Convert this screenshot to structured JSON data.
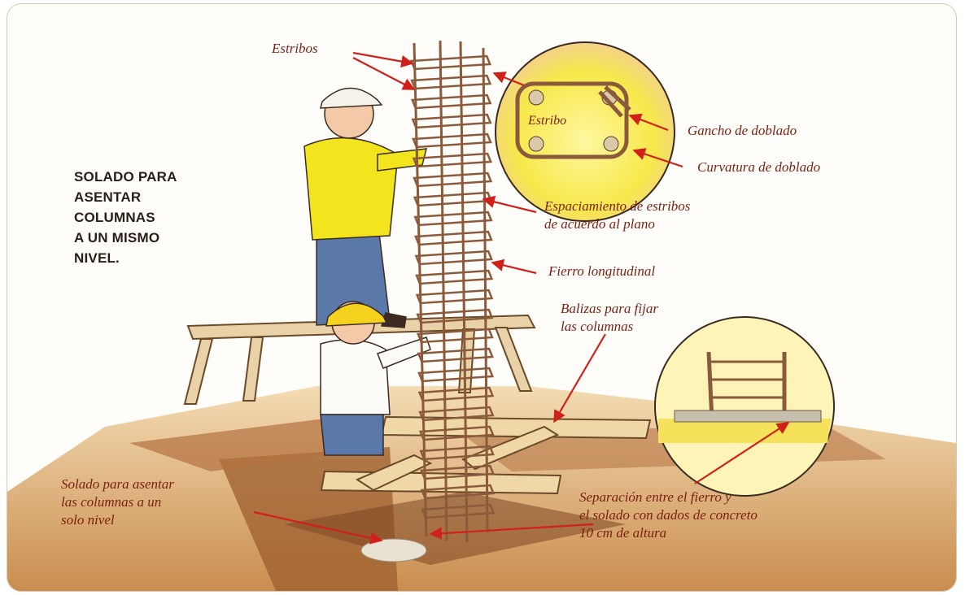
{
  "heading_lines": [
    "SOLADO PARA",
    "ASENTAR",
    "COLUMNAS",
    "A UN MISMO",
    "NIVEL."
  ],
  "labels": {
    "estribos": "Estribos",
    "estribo": "Estribo",
    "gancho": "Gancho de doblado",
    "curvatura": "Curvatura de doblado",
    "espaciamiento": [
      "Espaciamiento de estribos",
      "de acuerdo al plano"
    ],
    "fierro_longitudinal": "Fierro longitudinal",
    "balizas": [
      "Balizas para fijar",
      "las columnas"
    ],
    "solado": [
      "Solado para asentar",
      "las columnas a un",
      "solo nivel"
    ],
    "separacion": [
      "Separación entre el fierro y",
      "el solado con dados de concreto",
      "10 cm de altura"
    ]
  },
  "colors": {
    "label_text": "#7a1f10",
    "callout_arrow": "#d0201a",
    "rebar": "#8a5a3a",
    "ground": "#d9a86c",
    "wood": "#e8c99a",
    "shirt_worker": "#f2e51e",
    "jeans": "#5a79a8",
    "helmet": "#f5f2ea",
    "helmet_worker_2": "#f4d21e"
  }
}
